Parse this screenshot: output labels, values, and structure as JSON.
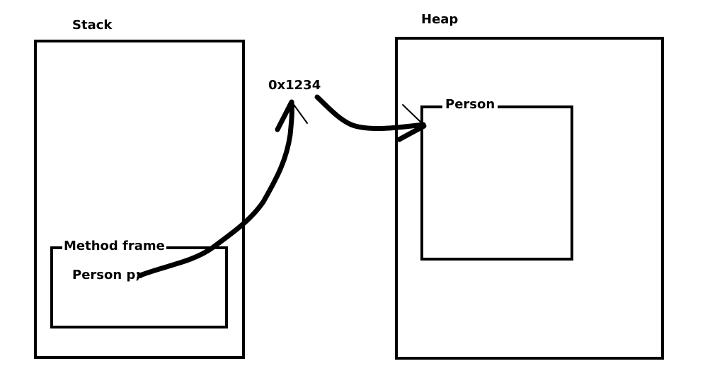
{
  "labels": {
    "stack": "Stack",
    "heap": "Heap",
    "method_frame": "Method frame",
    "variable": "Person p;",
    "address": "0x1234",
    "object": "Person"
  },
  "colors": {
    "ink": "#000000",
    "background": "#ffffff"
  }
}
